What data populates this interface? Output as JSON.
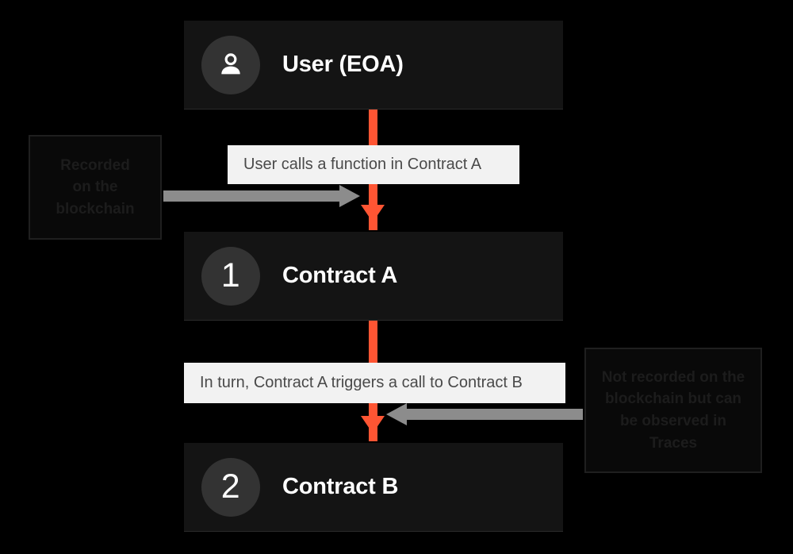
{
  "diagram": {
    "title": "Contract call flow recorded on the blockchain",
    "background_color": "#000000",
    "accent_color": "#ff5533",
    "node_color": "#141414",
    "badge_color": "#333333",
    "caption_color": "#f2f2f2",
    "gray_arrow_color": "#8c8c8c"
  },
  "nodes": [
    {
      "id": "user",
      "icon": "person-icon",
      "badge": "",
      "label": "User (EOA)"
    },
    {
      "id": "contract-a",
      "icon": "number-badge",
      "badge": "1",
      "label": "Contract A"
    },
    {
      "id": "contract-b",
      "icon": "number-badge",
      "badge": "2",
      "label": "Contract B"
    }
  ],
  "captions": [
    {
      "id": "caption-1",
      "text": "User calls a function in Contract A"
    },
    {
      "id": "caption-2",
      "text": "In turn, Contract A triggers a call to Contract B"
    }
  ],
  "annotations": [
    {
      "id": "annotation-left",
      "lines": [
        "Recorded",
        "on the",
        "blockchain"
      ]
    },
    {
      "id": "annotation-right",
      "lines": [
        "Not recorded on the",
        "blockchain but can",
        "be observed in",
        "Traces"
      ]
    }
  ]
}
